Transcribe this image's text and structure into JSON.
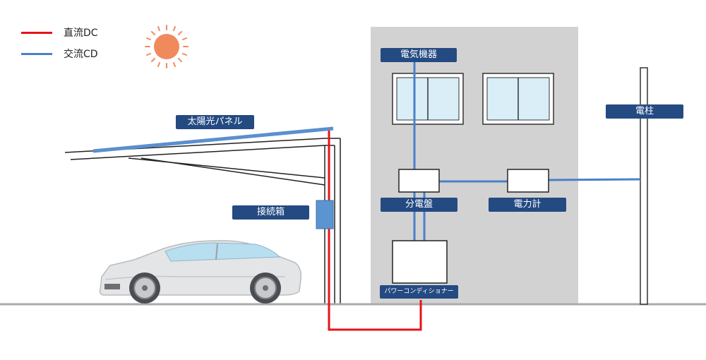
{
  "legend": [
    {
      "label": "直流DC",
      "color": "#e8121a"
    },
    {
      "label": "交流CD",
      "color": "#4a80c8"
    }
  ],
  "labels": {
    "solar_panel": "太陽光パネル",
    "junction_box": "接続箱",
    "appliances": "電気機器",
    "distribution_board": "分電盤",
    "power_meter": "電力計",
    "utility_pole": "電柱",
    "power_conditioner": "パワーコンディショナー"
  },
  "colors": {
    "dc": "#e8121a",
    "ac": "#4a80c8",
    "label_bg": "#244a82",
    "building": "#d3d2d3",
    "sun": "#f08a5d",
    "junction_box": "#5b95d1"
  },
  "icons": [
    "sun-icon",
    "car-icon"
  ]
}
